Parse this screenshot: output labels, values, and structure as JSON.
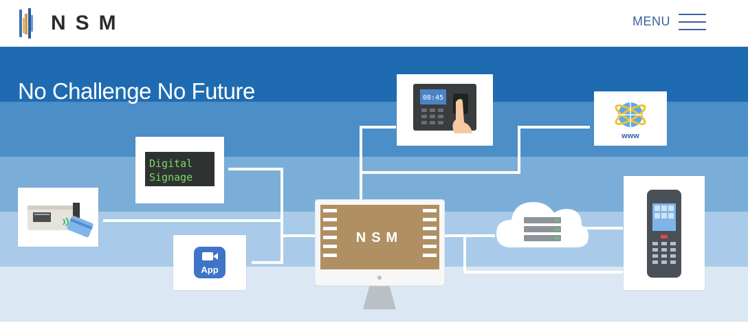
{
  "header": {
    "logo_text": "NSM",
    "menu_label": "MENU"
  },
  "hero": {
    "title": "No Challenge No Future",
    "colors": {
      "band1": "#1f6bb1",
      "band2": "#4b8ec8",
      "band3": "#7aaed9",
      "band4": "#a9cbe9",
      "band5": "#dbe7f3",
      "connector": "#ffffff"
    },
    "illustration": {
      "signage_text_line1": "Digital",
      "signage_text_line2": "Signage",
      "terminal_clock": "08:45",
      "app_label": "App",
      "www_label": "www",
      "monitor_label": "NSM"
    },
    "icons": [
      "card-reader-icon",
      "digital-signage-icon",
      "app-icon",
      "fingerprint-terminal-icon",
      "globe-www-icon",
      "monitor-icon",
      "cloud-server-icon",
      "handheld-terminal-icon"
    ]
  }
}
